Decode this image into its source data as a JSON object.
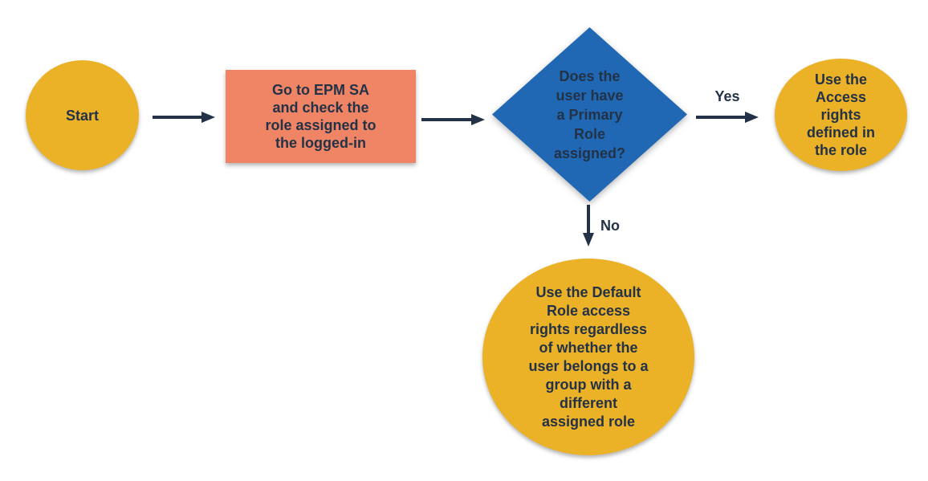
{
  "diagram": {
    "type": "flowchart",
    "nodes": {
      "start": {
        "shape": "circle",
        "label": "Start",
        "fill": "#EBB127"
      },
      "process": {
        "shape": "rectangle",
        "label": "Go to EPM SA\nand check the\nrole assigned to\nthe logged-in",
        "fill": "#F08565"
      },
      "decision": {
        "shape": "diamond",
        "label": "Does the\nuser have\na Primary\nRole\nassigned?",
        "fill": "#2068B3"
      },
      "yes_outcome": {
        "shape": "circle",
        "label": "Use the\nAccess\nrights\ndefined in\nthe role",
        "fill": "#EBB127"
      },
      "no_outcome": {
        "shape": "circle",
        "label": "Use the Default\nRole access\nrights regardless\nof whether the\nuser belongs to a\ngroup with a\ndifferent\nassigned role",
        "fill": "#EBB127"
      }
    },
    "edges": [
      {
        "from": "start",
        "to": "process",
        "label": ""
      },
      {
        "from": "process",
        "to": "decision",
        "label": ""
      },
      {
        "from": "decision",
        "to": "yes_outcome",
        "label": "Yes"
      },
      {
        "from": "decision",
        "to": "no_outcome",
        "label": "No"
      }
    ],
    "colors": {
      "node_yellow": "#EBB127",
      "process_orange": "#F08565",
      "decision_blue": "#2068B3",
      "text_and_arrow_navy": "#233247",
      "background": "#FFFFFF"
    }
  }
}
